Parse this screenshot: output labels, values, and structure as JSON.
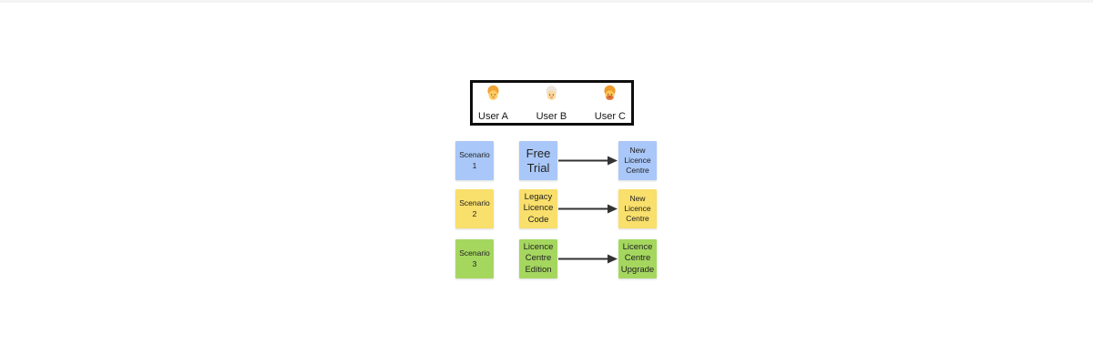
{
  "diagram": {
    "users_panel": {
      "users": [
        {
          "label": "User A",
          "icon": "person-emoji"
        },
        {
          "label": "User B",
          "icon": "older-person-emoji"
        },
        {
          "label": "User C",
          "icon": "bearded-person-emoji"
        }
      ]
    },
    "scenarios": [
      {
        "label": "Scenario\n1",
        "source": "Free\nTrial",
        "target": "New\nLicence\nCentre",
        "color": "#A9C7F8"
      },
      {
        "label": "Scenario\n2",
        "source": "Legacy\nLicence\nCode",
        "target": "New\nLicence\nCentre",
        "color": "#F9DF6B"
      },
      {
        "label": "Scenario\n3",
        "source": "Licence\nCentre\nEdition",
        "target": "Licence\nCentre\nUpgrade",
        "color": "#A5D75F"
      }
    ],
    "colors": {
      "note_blue": "#A9C7F8",
      "note_yellow": "#F9DF6B",
      "note_green": "#A5D75F",
      "arrow": "#333333",
      "panel_border": "#0D0D0D",
      "background": "#FFFFFF"
    }
  }
}
